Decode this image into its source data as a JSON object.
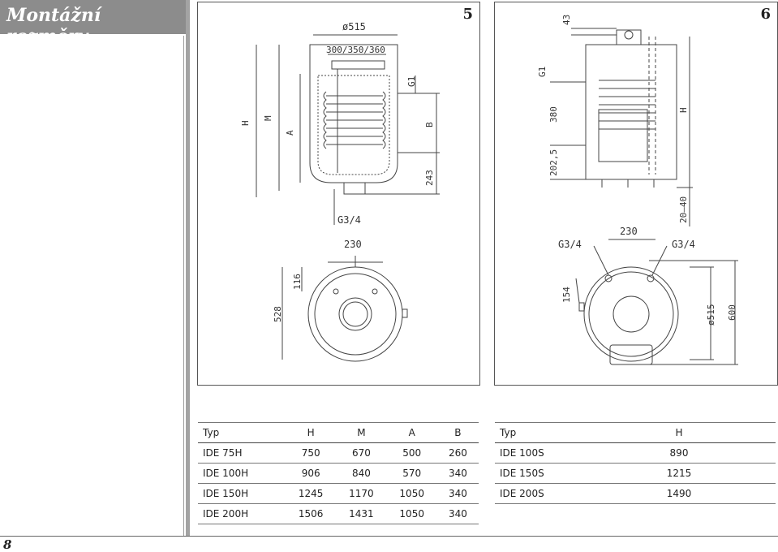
{
  "header": {
    "title": "Montážní rozměry"
  },
  "page_number": "8",
  "figure5": {
    "number": "5",
    "labels": {
      "d515": "ø515",
      "widths": "300/350/360",
      "H": "H",
      "M": "M",
      "A": "A",
      "G1": "G1",
      "B": "B",
      "d243": "243",
      "G34": "G3/4",
      "d230": "230",
      "d116": "116",
      "d528": "528"
    }
  },
  "figure6": {
    "number": "6",
    "labels": {
      "d43": "43",
      "G1": "G1",
      "d380": "380",
      "d2025": "202,5",
      "H": "H",
      "d2040": "20–40",
      "G34a": "G3/4",
      "d230": "230",
      "G34b": "G3/4",
      "d154": "154",
      "d515": "ø515",
      "d600": "600"
    }
  },
  "table_left": {
    "headers": [
      "Typ",
      "H",
      "M",
      "A",
      "B"
    ],
    "rows": [
      [
        "IDE 75H",
        "750",
        "670",
        "500",
        "260"
      ],
      [
        "IDE 100H",
        "906",
        "840",
        "570",
        "340"
      ],
      [
        "IDE 150H",
        "1245",
        "1170",
        "1050",
        "340"
      ],
      [
        "IDE 200H",
        "1506",
        "1431",
        "1050",
        "340"
      ]
    ]
  },
  "table_right": {
    "headers": [
      "Typ",
      "H"
    ],
    "rows": [
      [
        "IDE 100S",
        "890"
      ],
      [
        "IDE 150S",
        "1215"
      ],
      [
        "IDE 200S",
        "1490"
      ]
    ]
  }
}
